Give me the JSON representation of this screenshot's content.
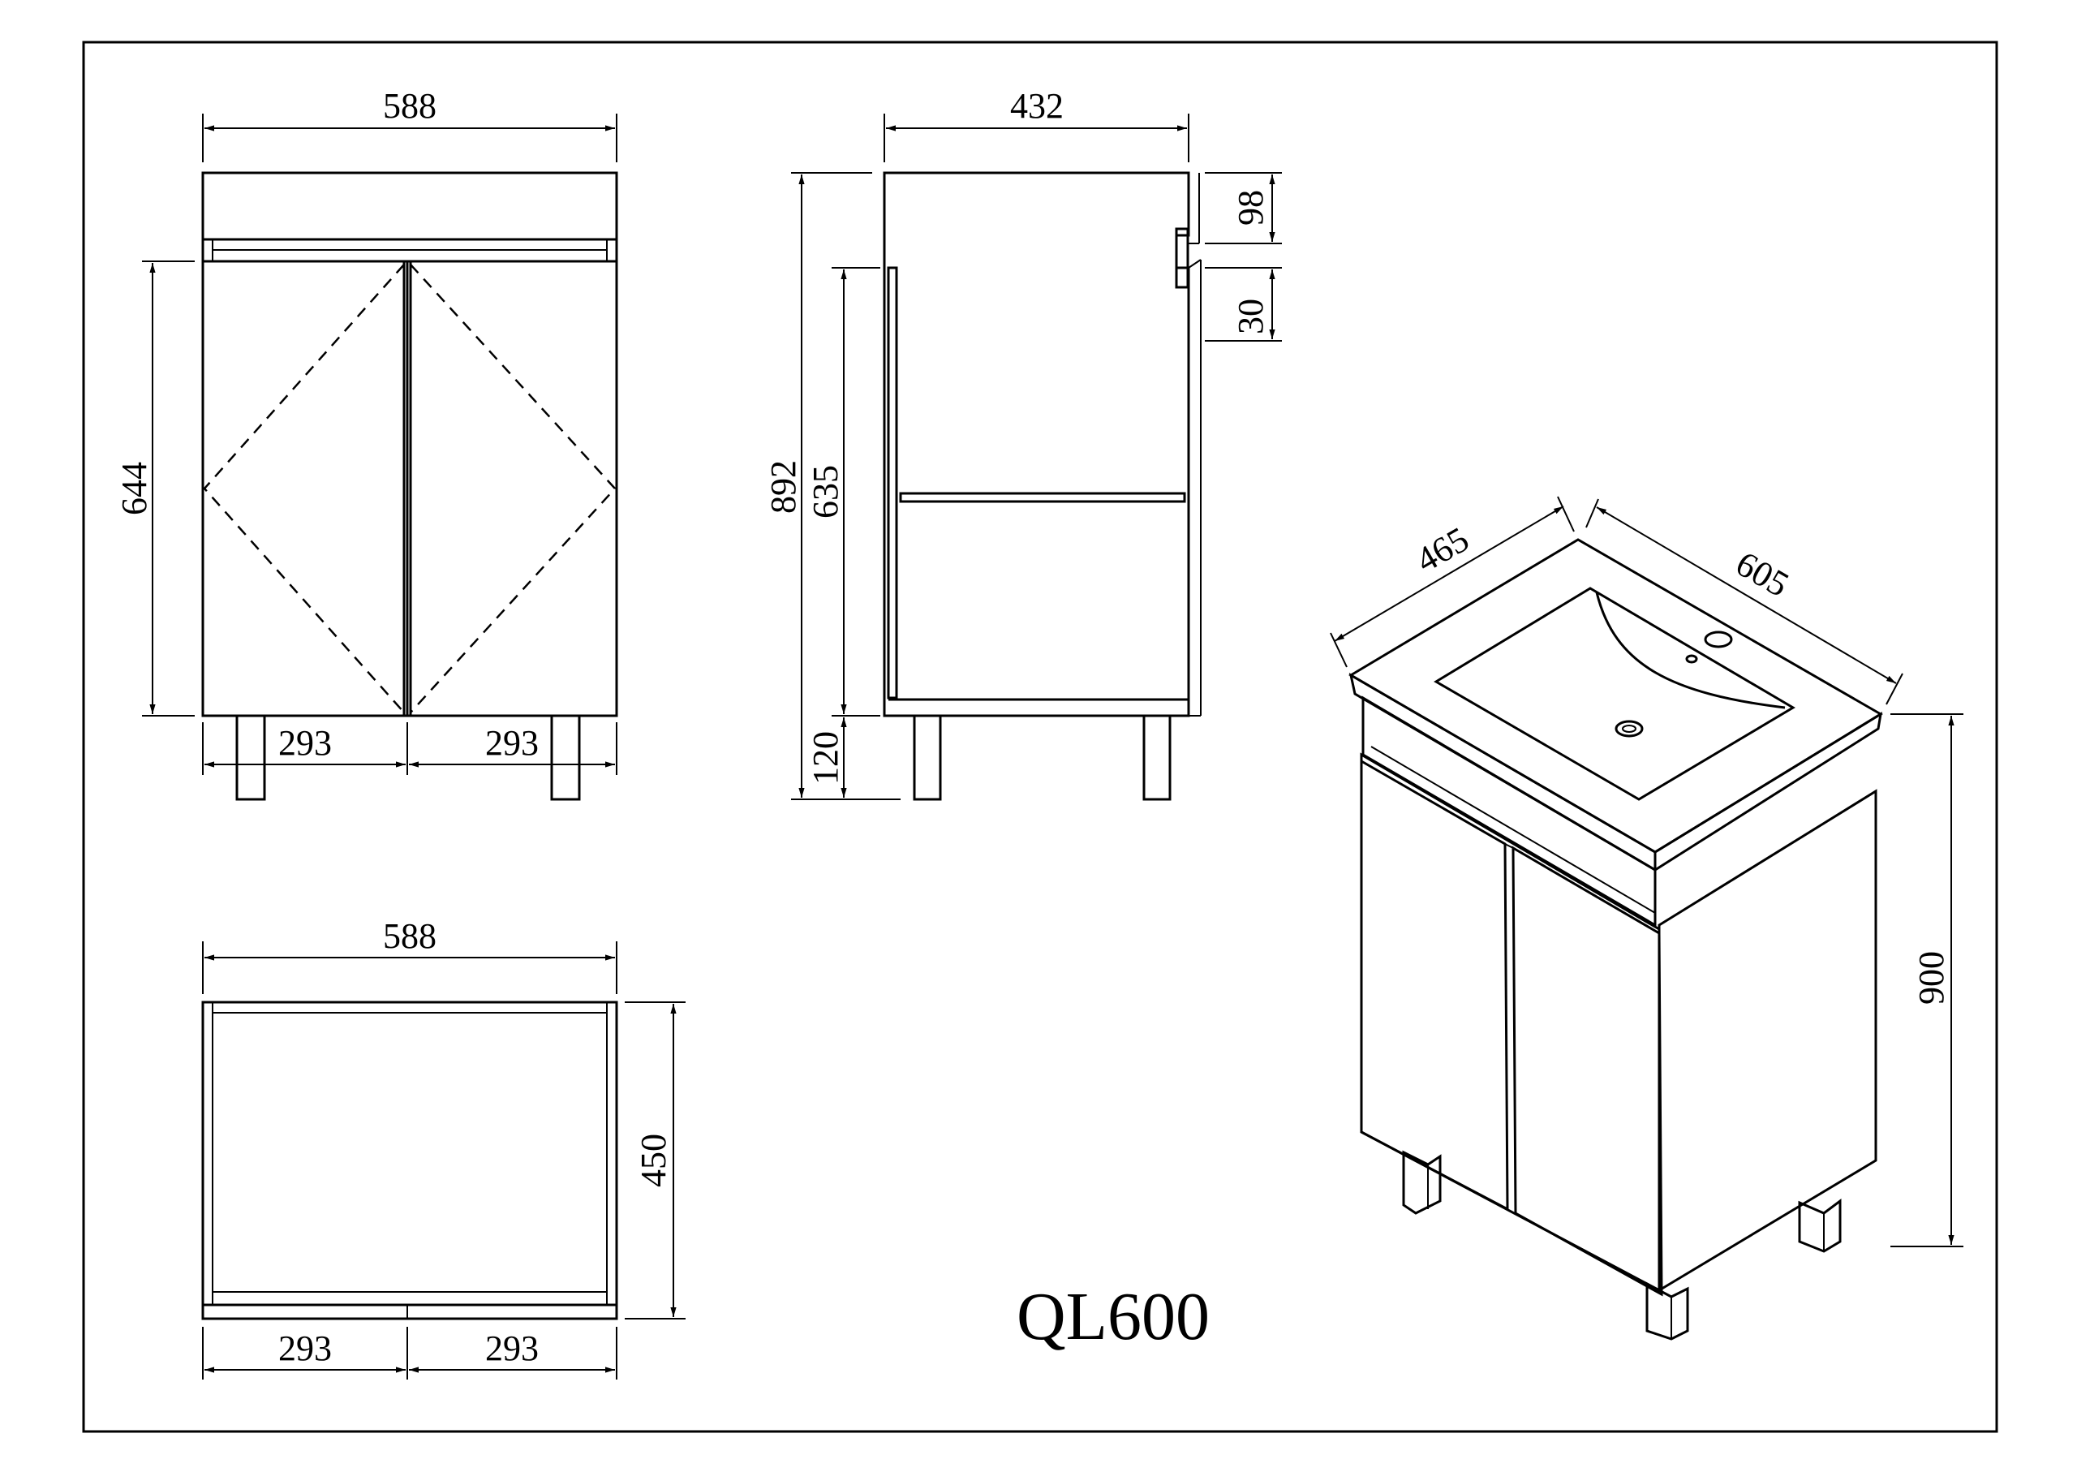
{
  "model_name": "QL600",
  "dimensions": {
    "front_width": "588",
    "front_door_height": "644",
    "front_left_door": "293",
    "front_right_door": "293",
    "side_depth": "432",
    "side_overall_height": "892",
    "side_cabinet_height": "635",
    "side_leg_height": "120",
    "side_top_height": "98",
    "side_gap": "30",
    "top_width": "588",
    "top_depth": "450",
    "top_left": "293",
    "top_right": "293",
    "iso_depth": "465",
    "iso_width": "605",
    "iso_height": "900"
  }
}
